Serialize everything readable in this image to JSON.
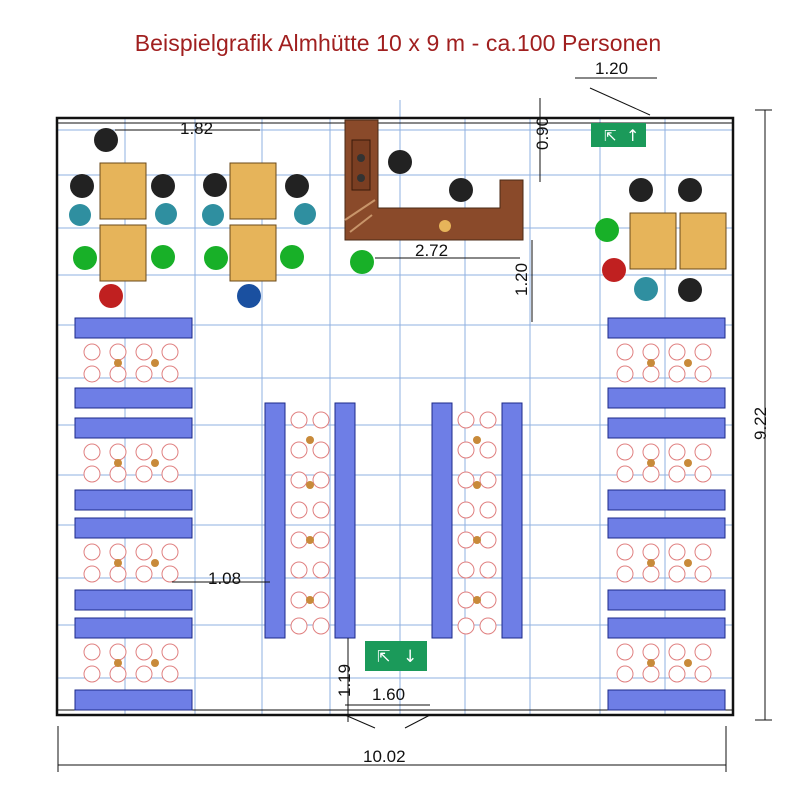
{
  "title": "Beispielgrafik Almhütte 10 x 9 m - ca.100 Personen",
  "dimensions": {
    "exit_width_top": "1.20",
    "table_spacing": "1.82",
    "bar_depth": "0.90",
    "bar_length": "2.72",
    "bar_clearance": "1.20",
    "aisle_width": "1.08",
    "exit_clearance": "1.19",
    "exit_width_bottom": "1.60",
    "total_width": "10.02",
    "total_depth": "9.22"
  },
  "colors": {
    "title": "#a01f1f",
    "bench": "#6e7ee6",
    "table_wood": "#e6b45a",
    "bar_counter": "#8a4a2a",
    "exit_sign": "#1b9a5a",
    "grid_line": "#8fb0e0",
    "wall": "#111111"
  },
  "icons": {
    "exit_top": "emergency-exit-up-sign-icon",
    "exit_bottom": "emergency-exit-down-sign-icon"
  }
}
